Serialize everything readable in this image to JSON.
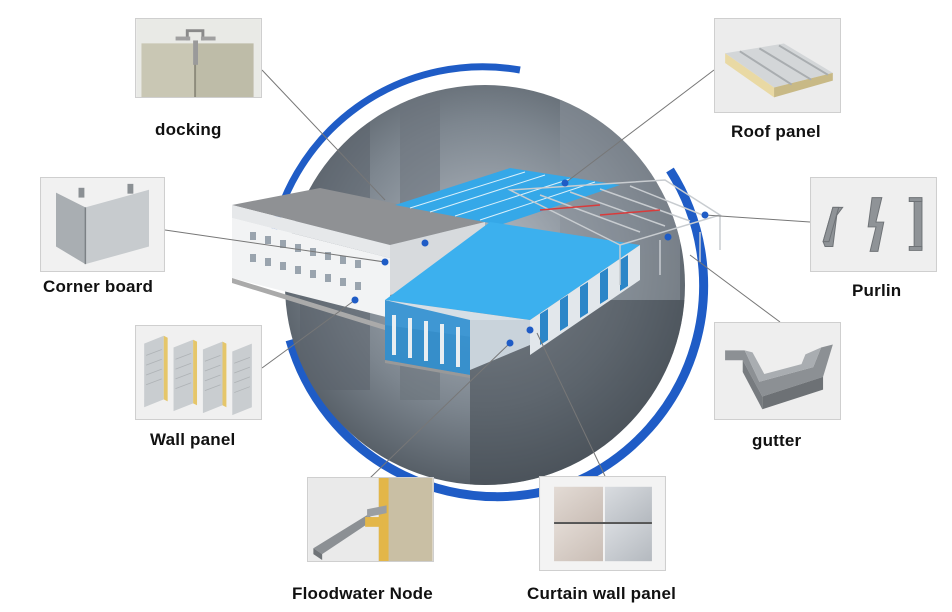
{
  "colors": {
    "ring": "#1f5cc6",
    "roof_blue": "#35a8e8",
    "leader": "#777777",
    "label_text": "#111111"
  },
  "components": [
    {
      "id": "docking",
      "label": "docking",
      "icon": "docking-joint-icon"
    },
    {
      "id": "roof",
      "label": "Roof panel",
      "icon": "roof-panel-icon"
    },
    {
      "id": "corner",
      "label": "Corner board",
      "icon": "corner-board-icon"
    },
    {
      "id": "purlin",
      "label": "Purlin",
      "icon": "purlin-icon"
    },
    {
      "id": "wall",
      "label": "Wall panel",
      "icon": "wall-panel-icon"
    },
    {
      "id": "gutter",
      "label": "gutter",
      "icon": "gutter-icon"
    },
    {
      "id": "flood",
      "label": "Floodwater Node",
      "icon": "floodwater-node-icon"
    },
    {
      "id": "curtain",
      "label": "Curtain wall panel",
      "icon": "curtain-wall-panel-icon"
    }
  ],
  "center_illustration": "steel-structure-building-icon"
}
